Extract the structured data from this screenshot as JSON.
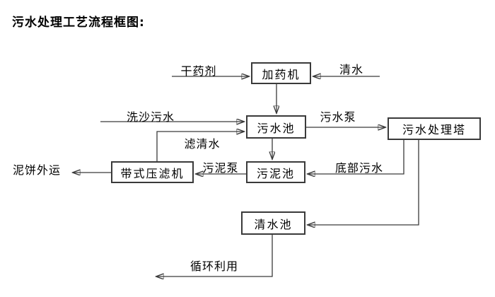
{
  "title": "污水处理工艺流程框图:",
  "nodes": {
    "dosing_machine": {
      "label": "加药机"
    },
    "sewage_pool": {
      "label": "污水池"
    },
    "treatment_tower": {
      "label": "污水处理塔"
    },
    "belt_filter_press": {
      "label": "带式压滤机"
    },
    "sludge_pool": {
      "label": "污泥池"
    },
    "clean_water_pool": {
      "label": "清水池"
    }
  },
  "edges": {
    "dry_agent": {
      "label": "干药剂"
    },
    "clean_water_in": {
      "label": "清水"
    },
    "sand_washing_sewage": {
      "label": "洗沙污水"
    },
    "filtered_water": {
      "label": "滤清水"
    },
    "sewage_pump": {
      "label": "污水泵"
    },
    "sludge_pump": {
      "label": "污泥泵"
    },
    "bottom_sewage": {
      "label": "底部污水"
    },
    "mud_cake_out": {
      "label": "泥饼外运"
    },
    "recycle_use": {
      "label": "循环利用"
    }
  },
  "colors": {
    "line": "#3a3a3a",
    "text": "#000000",
    "background": "#ffffff"
  }
}
